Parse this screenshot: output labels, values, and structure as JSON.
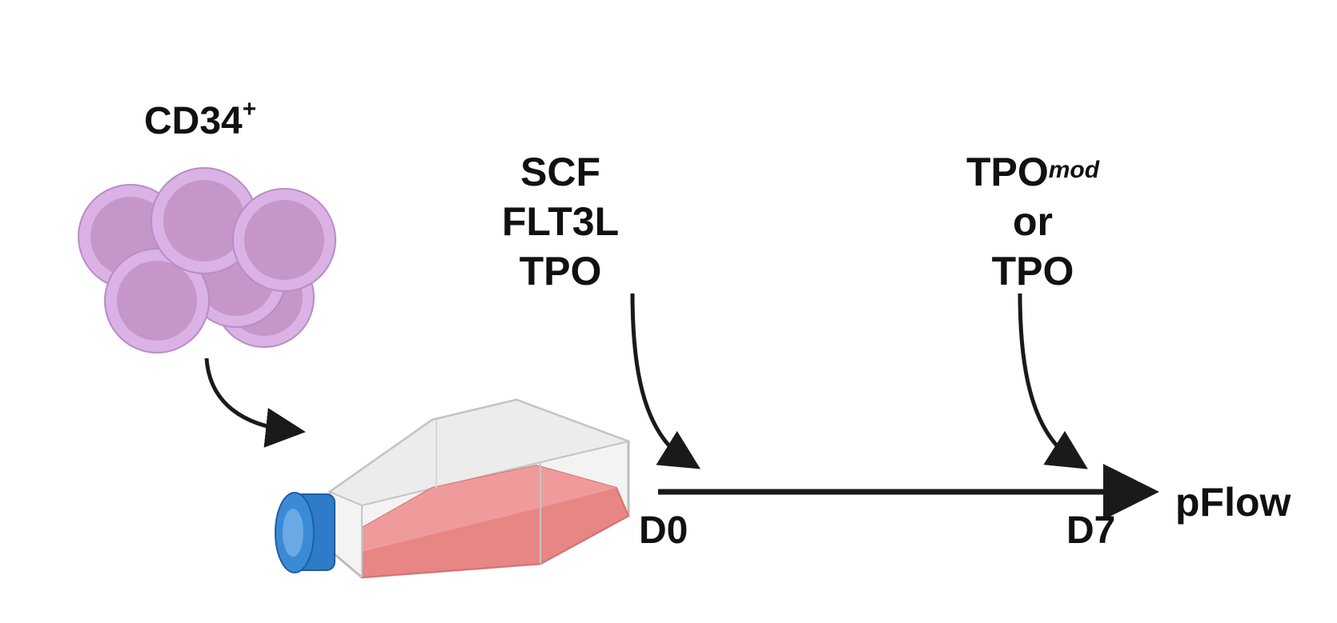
{
  "cells_label": {
    "main": "CD34",
    "superscript": "+"
  },
  "initial_cytokines": [
    "SCF",
    "FLT3L",
    "TPO"
  ],
  "treatment": {
    "line1_main": "TPO",
    "line1_superscript": "mod",
    "line2": "or",
    "line3": "TPO"
  },
  "timeline": {
    "start_label": "D0",
    "end_label": "D7",
    "readout_label": "pFlow"
  },
  "colors": {
    "cell_outer": "#dab2e6",
    "cell_inner": "#c597c9",
    "cell_edge": "#b98cc4",
    "flask_medium": "#e88585",
    "flask_cap": "#2f7bc8",
    "arrow": "#1a1a1a",
    "text": "#111111"
  },
  "icons": [
    "cell-cluster-icon",
    "culture-flask-icon"
  ]
}
